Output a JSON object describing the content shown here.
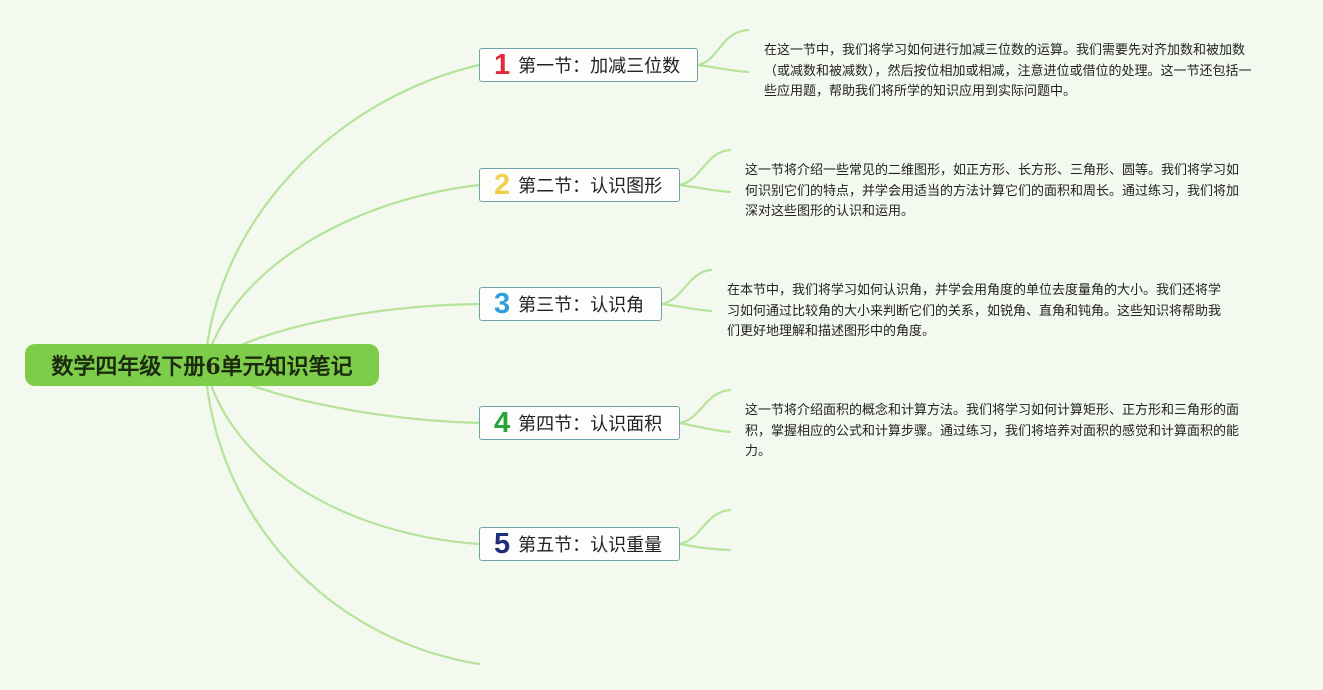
{
  "title": "数学四年级下册6单元知识笔记",
  "colors": {
    "root": "#7dcd4a",
    "branch": "#b6e39a",
    "node_border": "#6fa3a9",
    "background": "#f4f9ef"
  },
  "sections": [
    {
      "number": "1",
      "color": "#e22b3a",
      "label": "第一节：加减三位数",
      "description": "在这一节中，我们将学习如何进行加减三位数的运算。我们需要先对齐加数和被加数（或减数和被减数），然后按位相加或相减，注意进位或借位的处理。这一节还包括一些应用题，帮助我们将所学的知识应用到实际问题中。"
    },
    {
      "number": "2",
      "color": "#f0d04a",
      "label": "第二节：认识图形",
      "description": "这一节将介绍一些常见的二维图形，如正方形、长方形、三角形、圆等。我们将学习如何识别它们的特点，并学会用适当的方法计算它们的面积和周长。通过练习，我们将加深对这些图形的认识和运用。"
    },
    {
      "number": "3",
      "color": "#2d9fd8",
      "label": "第三节：认识角",
      "description": "在本节中，我们将学习如何认识角，并学会用角度的单位去度量角的大小。我们还将学习如何通过比较角的大小来判断它们的关系，如锐角、直角和钝角。这些知识将帮助我们更好地理解和描述图形中的角度。"
    },
    {
      "number": "4",
      "color": "#27a33a",
      "label": "第四节：认识面积",
      "description": "这一节将介绍面积的概念和计算方法。我们将学习如何计算矩形、正方形和三角形的面积，掌握相应的公式和计算步骤。通过练习，我们将培养对面积的感觉和计算面积的能力。"
    },
    {
      "number": "5",
      "color": "#1f2f7a",
      "label": "第五节：认识重量",
      "description": ""
    }
  ]
}
